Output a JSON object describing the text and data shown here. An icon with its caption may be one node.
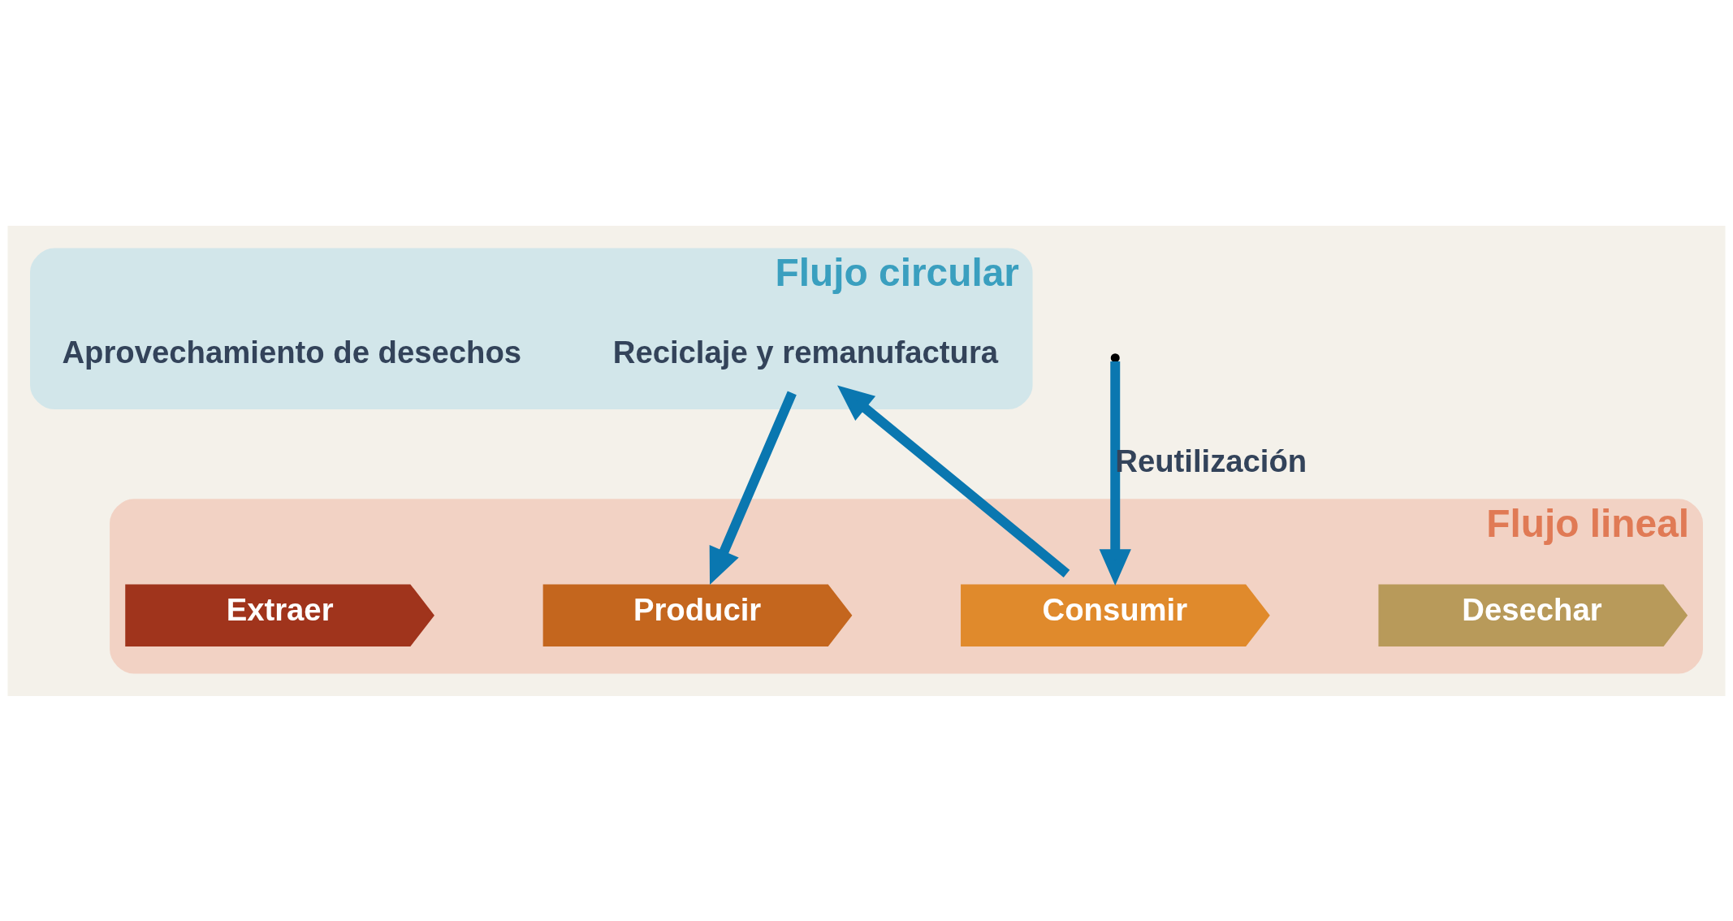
{
  "diagram": {
    "nodes": [
      {
        "text": [
          "Flujo circular"
        ]
      },
      {
        "text": [
          "Flujo lineal"
        ]
      },
      {
        "text": [
          "Extraer"
        ],
        "in": 1
      },
      {
        "text": [
          "Producir"
        ],
        "in": 1
      },
      {
        "text": [
          "Consumir"
        ],
        "in": 1
      },
      {
        "text": [
          "Desechar"
        ],
        "in": 1
      },
      {
        "text": [
          "Reciclaje y remanufactura"
        ],
        "in": 0
      },
      {
        "text": [
          "Aprovechamiento de desechos"
        ],
        "in": 0
      }
    ],
    "edges": [
      {
        "from": 4,
        "to": 6,
        "arrow": "to"
      },
      {
        "from": 6,
        "to": 3,
        "arrow": "to"
      },
      {
        "from": null,
        "to": 4,
        "arrow": "to",
        "label": "Reutilización"
      }
    ]
  }
}
